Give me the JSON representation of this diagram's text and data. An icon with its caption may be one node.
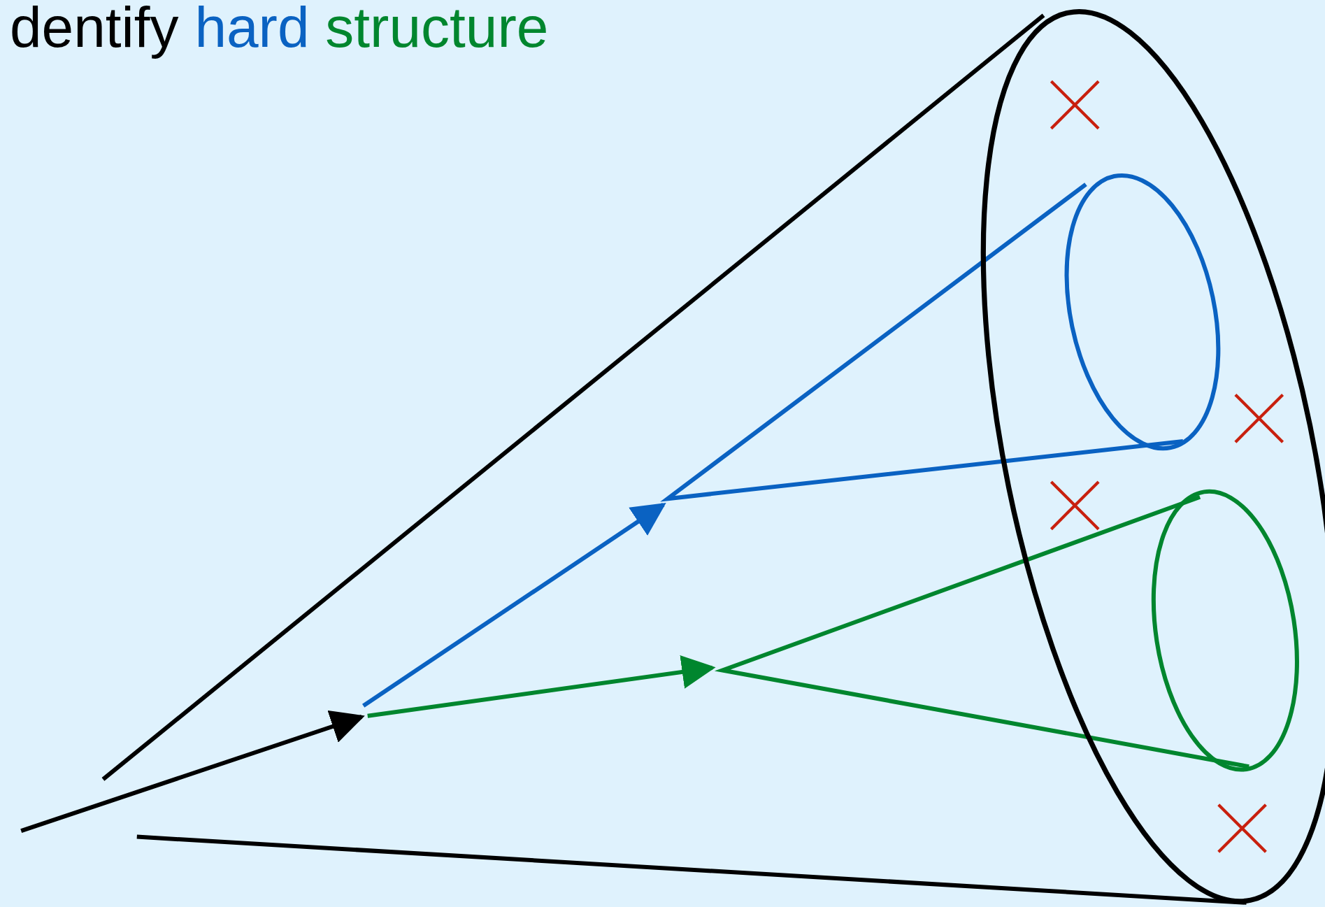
{
  "diagram": {
    "title": "dentify hard structure",
    "nodes": [
      {
        "text": [],
        "shape": "ellipse"
      },
      {
        "text": [],
        "shape": "ellipse",
        "in": 0
      },
      {
        "text": [],
        "shape": "ellipse",
        "in": 0
      }
    ]
  }
}
